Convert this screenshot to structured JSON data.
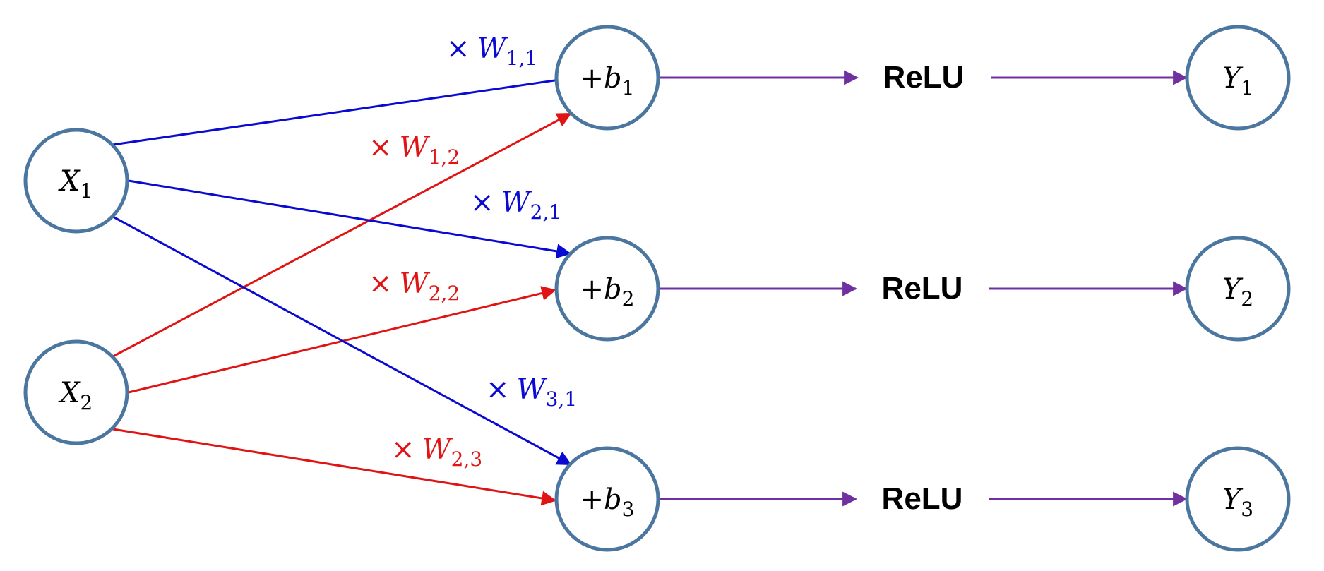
{
  "colors": {
    "node_stroke": "#4a76a0",
    "blue_edge": "#0a0ad2",
    "red_edge": "#e01414",
    "purple_edge": "#7030a0",
    "text": "#000000"
  },
  "nodes": {
    "inputs": [
      {
        "id": "x1",
        "letter": "X",
        "sub": "1"
      },
      {
        "id": "x2",
        "letter": "X",
        "sub": "2"
      }
    ],
    "bias": [
      {
        "id": "b1",
        "prefix": "+",
        "letter": "b",
        "sub": "1"
      },
      {
        "id": "b2",
        "prefix": "+",
        "letter": "b",
        "sub": "2"
      },
      {
        "id": "b3",
        "prefix": "+",
        "letter": "b",
        "sub": "3"
      }
    ],
    "activations": [
      "ReLU",
      "ReLU",
      "ReLU"
    ],
    "outputs": [
      {
        "id": "y1",
        "letter": "Y",
        "sub": "1"
      },
      {
        "id": "y2",
        "letter": "Y",
        "sub": "2"
      },
      {
        "id": "y3",
        "letter": "Y",
        "sub": "3"
      }
    ]
  },
  "edges": [
    {
      "from": "x1",
      "to": "b1",
      "color": "blue",
      "label_prefix": "×",
      "label_letter": "W",
      "label_sub": "1,1"
    },
    {
      "from": "x2",
      "to": "b1",
      "color": "red",
      "label_prefix": "×",
      "label_letter": "W",
      "label_sub": "1,2"
    },
    {
      "from": "x1",
      "to": "b2",
      "color": "blue",
      "label_prefix": "×",
      "label_letter": "W",
      "label_sub": "2,1"
    },
    {
      "from": "x2",
      "to": "b2",
      "color": "red",
      "label_prefix": "×",
      "label_letter": "W",
      "label_sub": "2,2"
    },
    {
      "from": "x1",
      "to": "b3",
      "color": "blue",
      "label_prefix": "×",
      "label_letter": "W",
      "label_sub": "3,1"
    },
    {
      "from": "x2",
      "to": "b3",
      "color": "red",
      "label_prefix": "×",
      "label_letter": "W",
      "label_sub": "2,3"
    }
  ]
}
